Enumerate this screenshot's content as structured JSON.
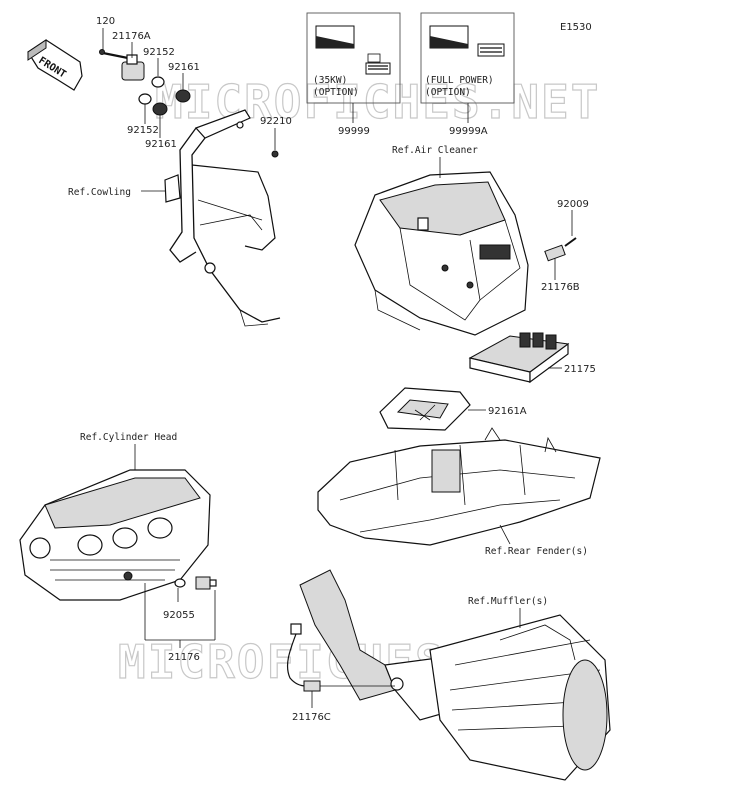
{
  "diagram_code": "E1530",
  "front_label": "FRONT",
  "watermark": "MICROFICHES.NET",
  "labels": {
    "p120": "120",
    "p21176A": "21176A",
    "p92152_top": "92152",
    "p92161_top": "92161",
    "p92152_bot": "92152",
    "p92161_bot": "92161",
    "p92210": "92210",
    "p99999": "99999",
    "p99999A": "99999A",
    "p92009": "92009",
    "p21176B": "21176B",
    "p21175": "21175",
    "p92161A": "92161A",
    "p92055": "92055",
    "p21176": "21176",
    "p21176C": "21176C"
  },
  "refs": {
    "cowling": "Ref.Cowling",
    "air_cleaner": "Ref.Air Cleaner",
    "cylinder_head": "Ref.Cylinder Head",
    "rear_fender": "Ref.Rear Fender(s)",
    "muffler": "Ref.Muffler(s)"
  },
  "option_boxes": {
    "kw35_line1": "(35KW)",
    "kw35_line2": "(OPTION)",
    "full_line1": "(FULL POWER)",
    "full_line2": "(OPTION)"
  }
}
